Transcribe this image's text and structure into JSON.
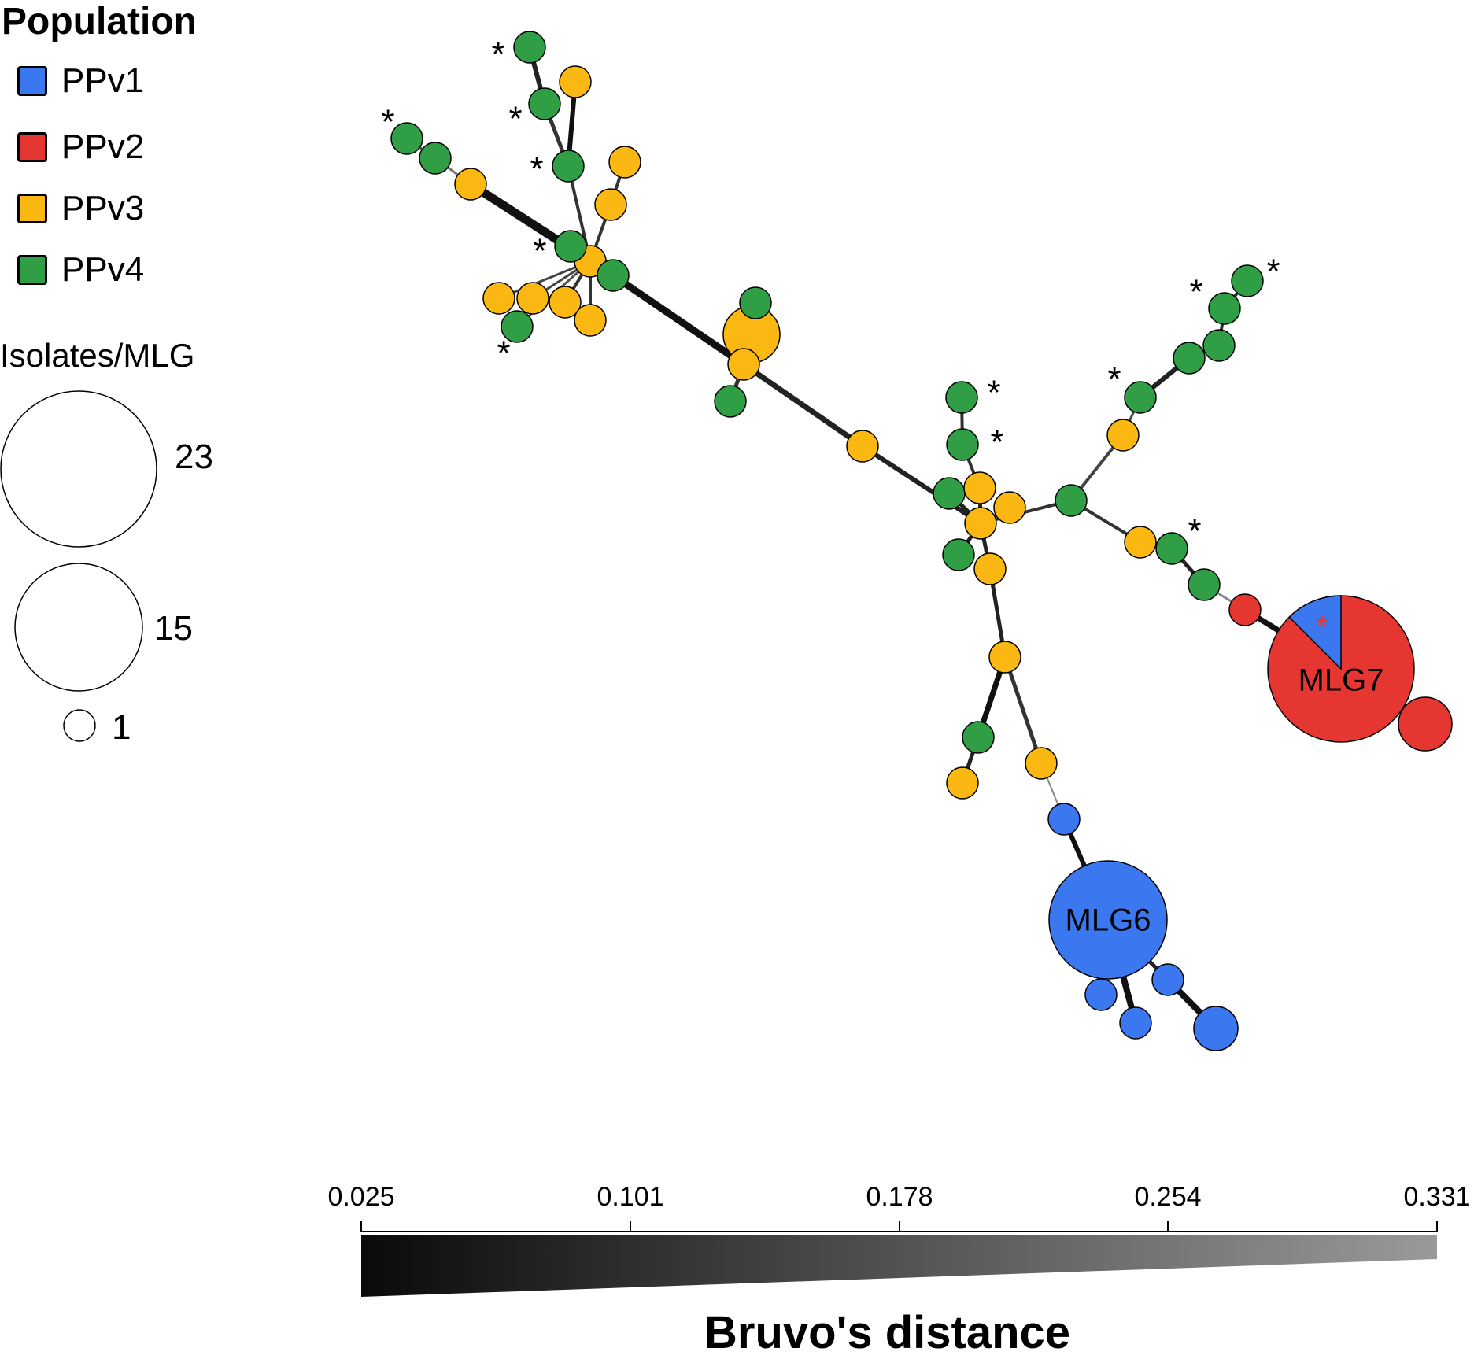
{
  "legend": {
    "title": "Population",
    "items": [
      {
        "label": "PPv1",
        "color": "#3b78f0"
      },
      {
        "label": "PPv2",
        "color": "#e63631"
      },
      {
        "label": "PPv3",
        "color": "#fbb812"
      },
      {
        "label": "PPv4",
        "color": "#2f9e44"
      }
    ]
  },
  "size_legend": {
    "title": "Isolates/MLG",
    "entries": [
      "23",
      "15",
      "1"
    ]
  },
  "node_labels": {
    "mlg6": "MLG6",
    "mlg7": "MLG7",
    "asterisk": "*"
  },
  "distance_scale": {
    "title": "Bruvo's distance",
    "ticks": [
      "0.025",
      "0.101",
      "0.178",
      "0.254",
      "0.331"
    ]
  }
}
